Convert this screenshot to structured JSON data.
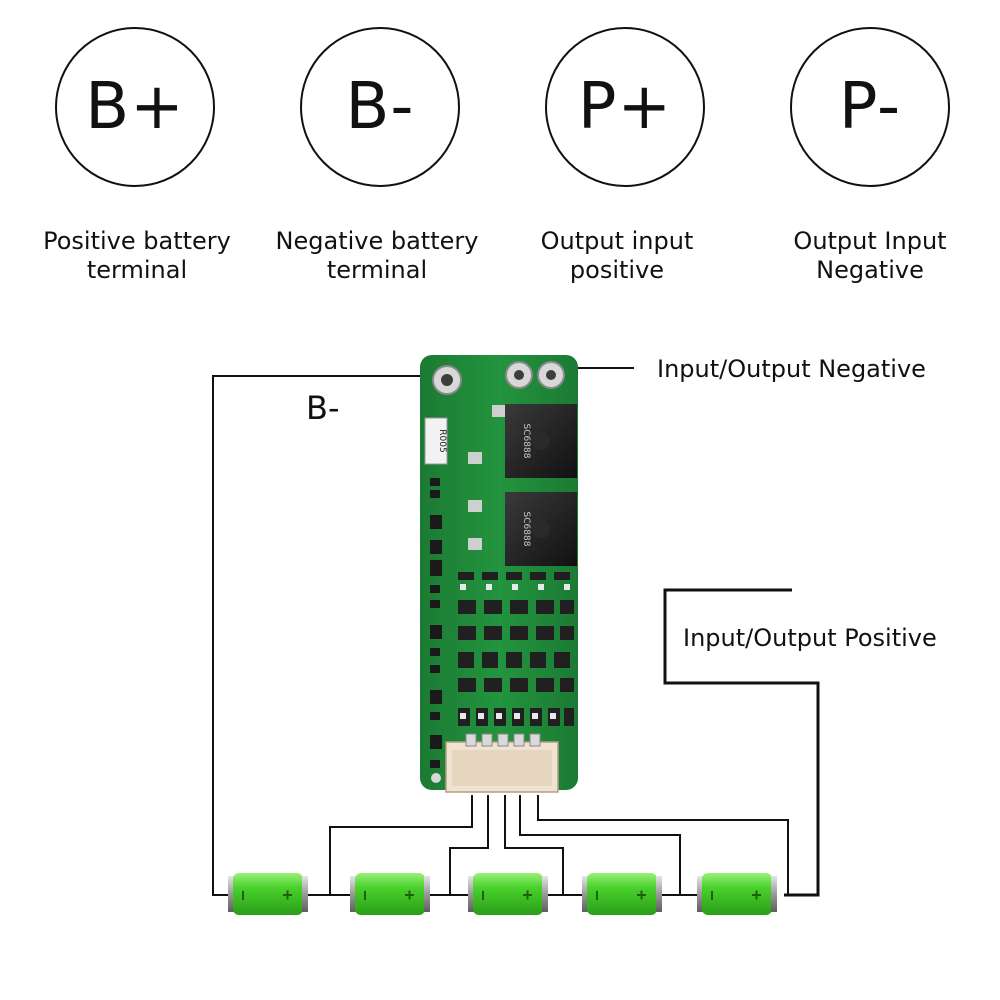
{
  "terminals": [
    {
      "symbol": "B+",
      "caption_line1": "Positive battery",
      "caption_line2": "terminal"
    },
    {
      "symbol": "B-",
      "caption_line1": "Negative battery",
      "caption_line2": "terminal"
    },
    {
      "symbol": "P+",
      "caption_line1": "Output input",
      "caption_line2": "positive"
    },
    {
      "symbol": "P-",
      "caption_line1": "Output Input",
      "caption_line2": "Negative"
    }
  ],
  "diagram": {
    "b_minus_label": "B-",
    "negative_label": "Input/Output Negative",
    "positive_label": "Input/Output Positive",
    "resistor_marking": "R005",
    "mosfet_marking": "SC6888",
    "battery_count": 5
  },
  "colors": {
    "pcb_green": "#1f8a3a",
    "battery_green": "#3fcc2a",
    "battery_cap": "#9a9a9a"
  }
}
